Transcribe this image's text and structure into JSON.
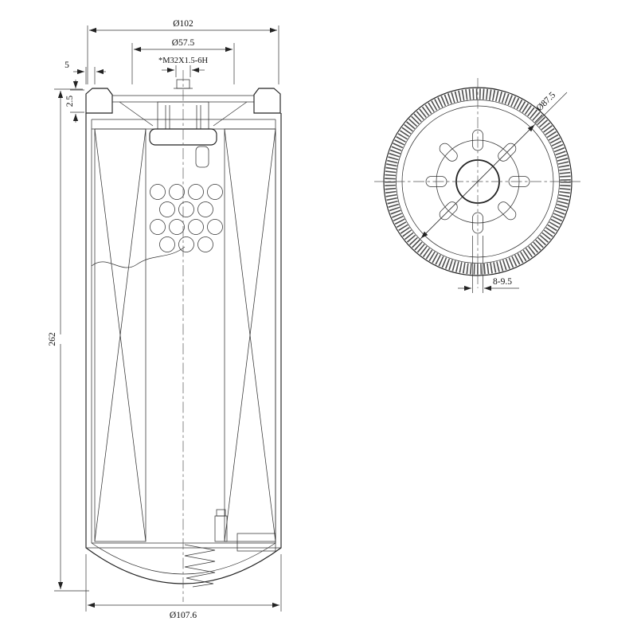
{
  "drawing": {
    "background": "#ffffff",
    "line_color": "#222222",
    "dims": {
      "cap_diameter": "Ø102",
      "seal_diameter": "Ø57.5",
      "thread_spec": "*M32X1.5-6H",
      "seam_width": "5",
      "lid_step": "2.5",
      "overall_height": "262",
      "body_diameter": "Ø107.6",
      "end_face_diameter": "Ø87.5",
      "slot_size": "8-9.5"
    }
  }
}
